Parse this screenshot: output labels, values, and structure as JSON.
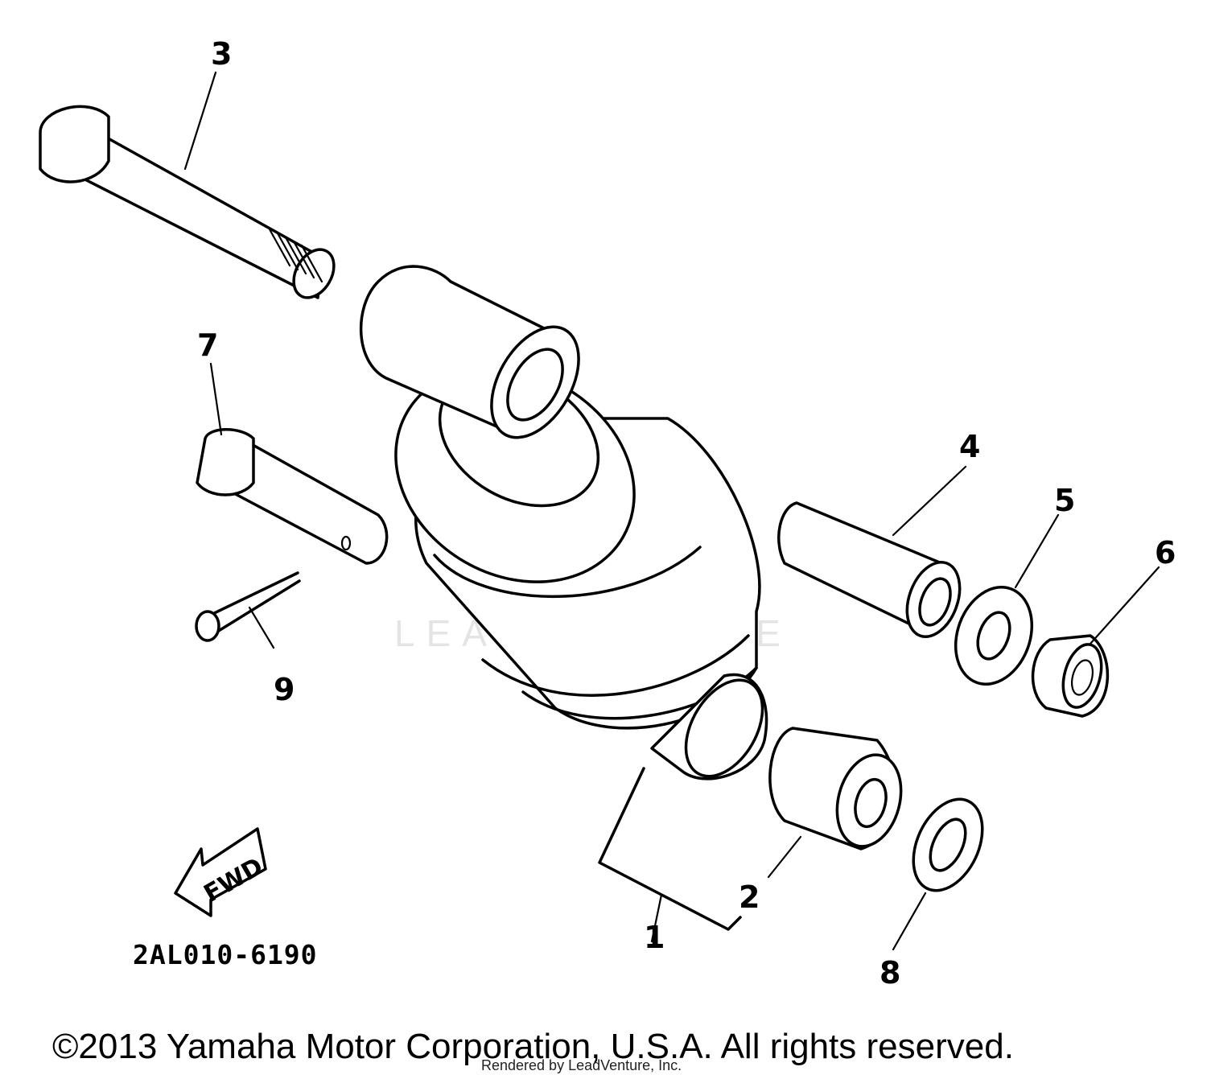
{
  "diagram": {
    "callouts": {
      "c1": "1",
      "c2": "2",
      "c3": "3",
      "c4": "4",
      "c5": "5",
      "c6": "6",
      "c7": "7",
      "c8": "8",
      "c9": "9"
    },
    "fwd_label": "FWD",
    "diagram_code": "2AL010-6190"
  },
  "watermark": {
    "text": "LEADVENTURE"
  },
  "footer": {
    "copyright": "©2013 Yamaha Motor Corporation, U.S.A. All rights reserved.",
    "rendered_by": "Rendered by LeadVenture, Inc."
  }
}
